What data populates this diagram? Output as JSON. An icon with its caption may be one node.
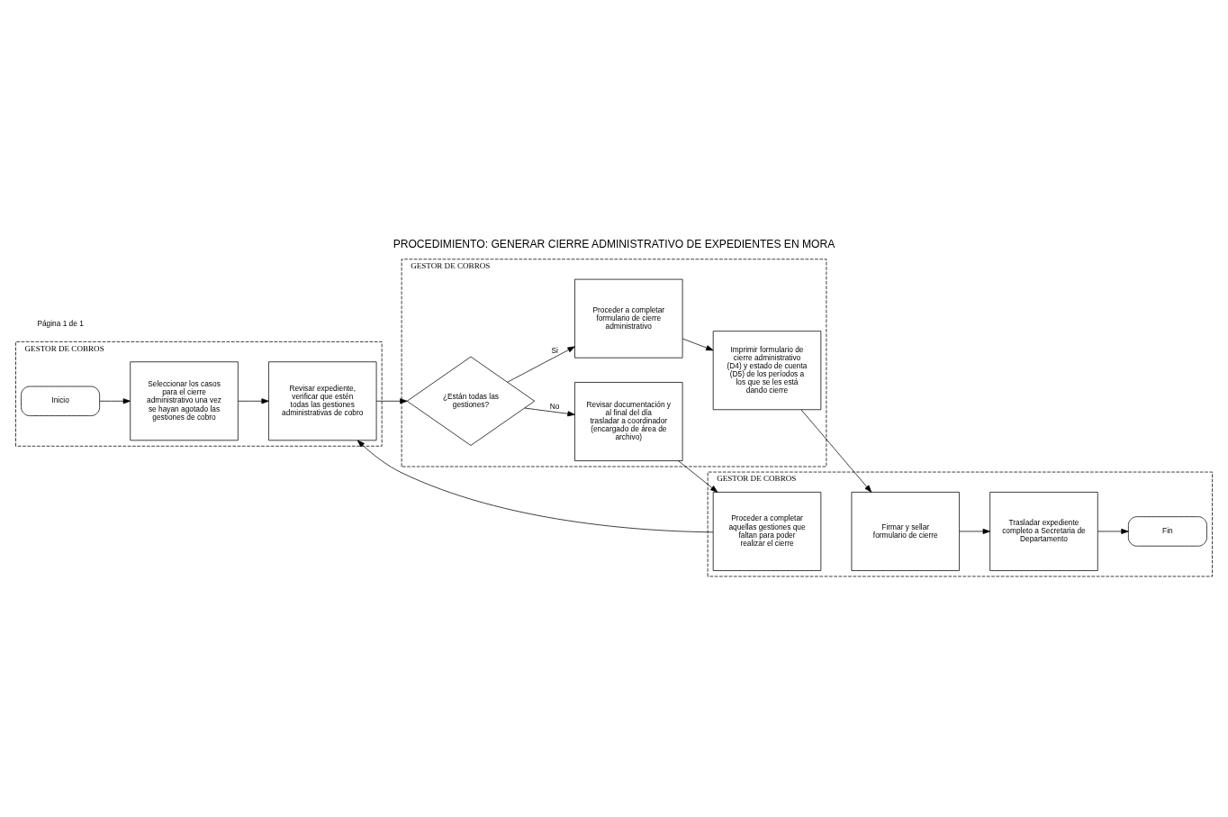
{
  "diagram": {
    "title": "PROCEDIMIENTO: GENERAR CIERRE ADMINISTRATIVO DE EXPEDIENTES EN MORA",
    "nodes": [
      {
        "text": [
          "GESTOR DE COBROS"
        ]
      },
      {
        "text": [
          "Inicio"
        ],
        "in": 0
      },
      {
        "text": [
          "Seleccionar los casos para el cierre administrativo una vez se hayan agotado las gestiones de cobro"
        ],
        "in": 0
      },
      {
        "text": [
          "Revisar expediente, verificar que estén todas las gestiones administrativas de cobro"
        ],
        "in": 0
      },
      {
        "text": [
          "GESTOR DE COBROS"
        ]
      },
      {
        "text": [
          "Imprimir formulario de cierre administrativo (D4) y estado de cuenta (D5) de los períodos a los que se les está dando cierre"
        ],
        "in": 4
      },
      {
        "text": [
          "Proceder a completar formulario de cierre administrativo"
        ],
        "in": 4
      },
      {
        "text": [
          "¿Están todas las gestiones?"
        ],
        "in": 4
      },
      {
        "text": [
          "Revisar documentación y al final del día trasladar a coordinador (encargado de área de archivo)"
        ],
        "in": 4
      },
      {
        "text": [
          "GESTOR DE COBROS"
        ]
      },
      {
        "text": [
          "Firmar y sellar formulario de cierre"
        ],
        "in": 9
      },
      {
        "text": [
          "Trasladar expediente completo a Secretaria de Departamento"
        ],
        "in": 9
      },
      {
        "text": [
          "Fin"
        ],
        "in": 9
      },
      {
        "text": [
          "Proceder a completar aquellas gestiones que faltan para poder realizar el cierre"
        ],
        "in": 9
      }
    ],
    "edges": [
      {
        "from": 1,
        "to": 2,
        "arrow": "to"
      },
      {
        "from": 2,
        "to": 3,
        "arrow": "to"
      },
      {
        "from": 3,
        "to": 7,
        "arrow": "to"
      },
      {
        "from": 7,
        "to": 6,
        "arrow": "to",
        "label": "Si"
      },
      {
        "from": 6,
        "to": 5,
        "arrow": "to"
      },
      {
        "from": 5,
        "to": 10,
        "arrow": "to"
      },
      {
        "from": 10,
        "to": 11,
        "arrow": "to"
      },
      {
        "from": 11,
        "to": 12,
        "arrow": "to"
      },
      {
        "from": 7,
        "to": 8,
        "arrow": "to",
        "label": "No"
      },
      {
        "from": 8,
        "to": 13,
        "arrow": "to"
      },
      {
        "from": 13,
        "to": 3,
        "arrow": "to"
      }
    ],
    "labels": [
      "Página 1 de 1"
    ]
  }
}
